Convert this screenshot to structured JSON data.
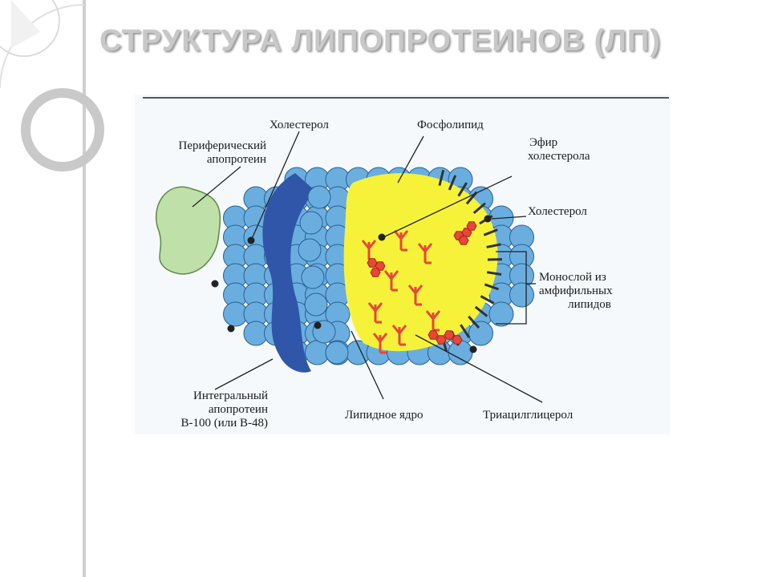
{
  "slide": {
    "title": "СТРУКТУРА ЛИПОПРОТЕИНОВ (ЛП)"
  },
  "diagram": {
    "labels": {
      "cholesterol_top": "Холестерол",
      "phospholipid": "Фосфолипид",
      "peripheral_line1": "Периферический",
      "peripheral_line2": "апопротеин",
      "ester_line1": "Эфир",
      "ester_line2": "холестерола",
      "cholesterol_right": "Холестерол",
      "monolayer_line1": "Монослой из",
      "monolayer_line2": "амфифильных",
      "monolayer_line3": "липидов",
      "integral_line1": "Интегральный",
      "integral_line2": "апопротеин",
      "integral_line3": "В-100 (или В-48)",
      "lipid_core": "Липидное ядро",
      "triacylglycerol": "Триацилглицерол"
    },
    "colors": {
      "phospholipid_head": "#6aaee0",
      "integral_apoprotein": "#2f56a8",
      "lipid_core": "#f6f23a",
      "peripheral_apoprotein": "#bfe0a8",
      "cholesterol_ester": "#e8473a",
      "triacylglycerol": "#e8473a",
      "cholesterol": "#222222"
    }
  }
}
